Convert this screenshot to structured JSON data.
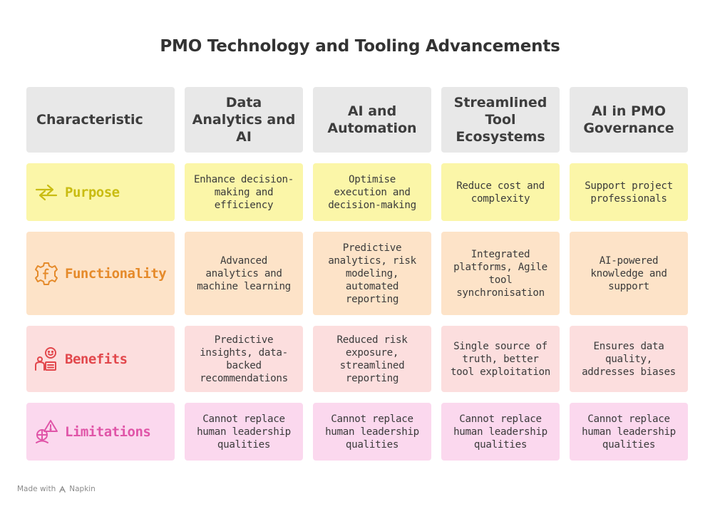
{
  "title": "PMO Technology and Tooling Advancements",
  "headers": [
    "Characteristic",
    "Data Analytics and AI",
    "AI and Automation",
    "Streamlined Tool Ecosystems",
    "AI in PMO Governance"
  ],
  "rows": [
    {
      "label": "Purpose",
      "icon": "arrows-icon",
      "color": "#c9bc12",
      "cells": [
        "Enhance decision-making and efficiency",
        "Optimise execution and decision-making",
        "Reduce cost and complexity",
        "Support project professionals"
      ]
    },
    {
      "label": "Functionality",
      "icon": "function-gear-icon",
      "color": "#e58a2a",
      "cells": [
        "Advanced analytics and machine learning",
        "Predictive analytics, risk modeling, automated reporting",
        "Integrated platforms, Agile tool synchronisation",
        "AI-powered knowledge and support"
      ]
    },
    {
      "label": "Benefits",
      "icon": "happy-person-icon",
      "color": "#e2474c",
      "cells": [
        "Predictive insights, data-backed recommendations",
        "Reduced risk exposure, streamlined reporting",
        "Single source of truth, better tool exploitation",
        "Ensures data quality, addresses biases"
      ]
    },
    {
      "label": "Limitations",
      "icon": "warning-person-icon",
      "color": "#e055a8",
      "cells": [
        "Cannot replace human leadership qualities",
        "Cannot replace human leadership qualities",
        "Cannot replace human leadership qualities",
        "Cannot replace human leadership qualities"
      ]
    }
  ],
  "footer": {
    "made_with": "Made with",
    "brand": "Napkin"
  }
}
